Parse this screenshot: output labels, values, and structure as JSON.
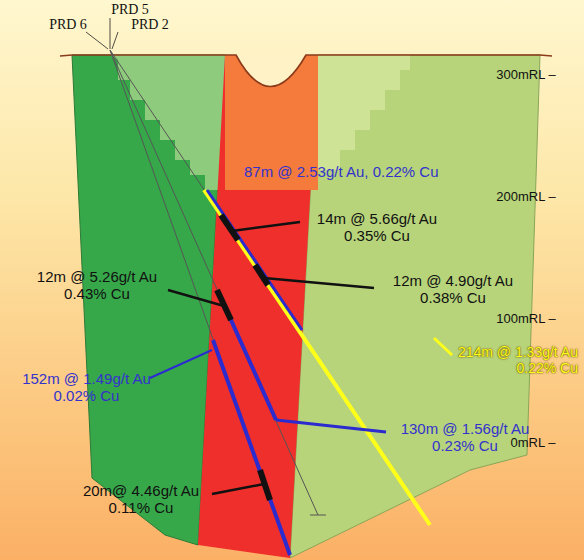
{
  "diagram": {
    "labels": [
      "PRD 5",
      "PRD 6",
      "PRD 2",
      "300mRL –",
      "200mRL –",
      "100mRL –",
      "0mRL –",
      "87m @ 2.53g/t Au, 0.22% Cu",
      "14m @ 5.66g/t Au 0.35% Cu",
      "12m @ 5.26g/t Au 0.43% Cu",
      "12m @ 4.90g/t Au 0.38% Cu",
      "214m @ 1.33g/t Au 0.22% Cu",
      "152m @ 1.49g/t Au 0.02% Cu",
      "130m @ 1.56g/t Au 0.23% Cu",
      "20m@ 4.46g/t Au 0.11% Cu"
    ]
  }
}
